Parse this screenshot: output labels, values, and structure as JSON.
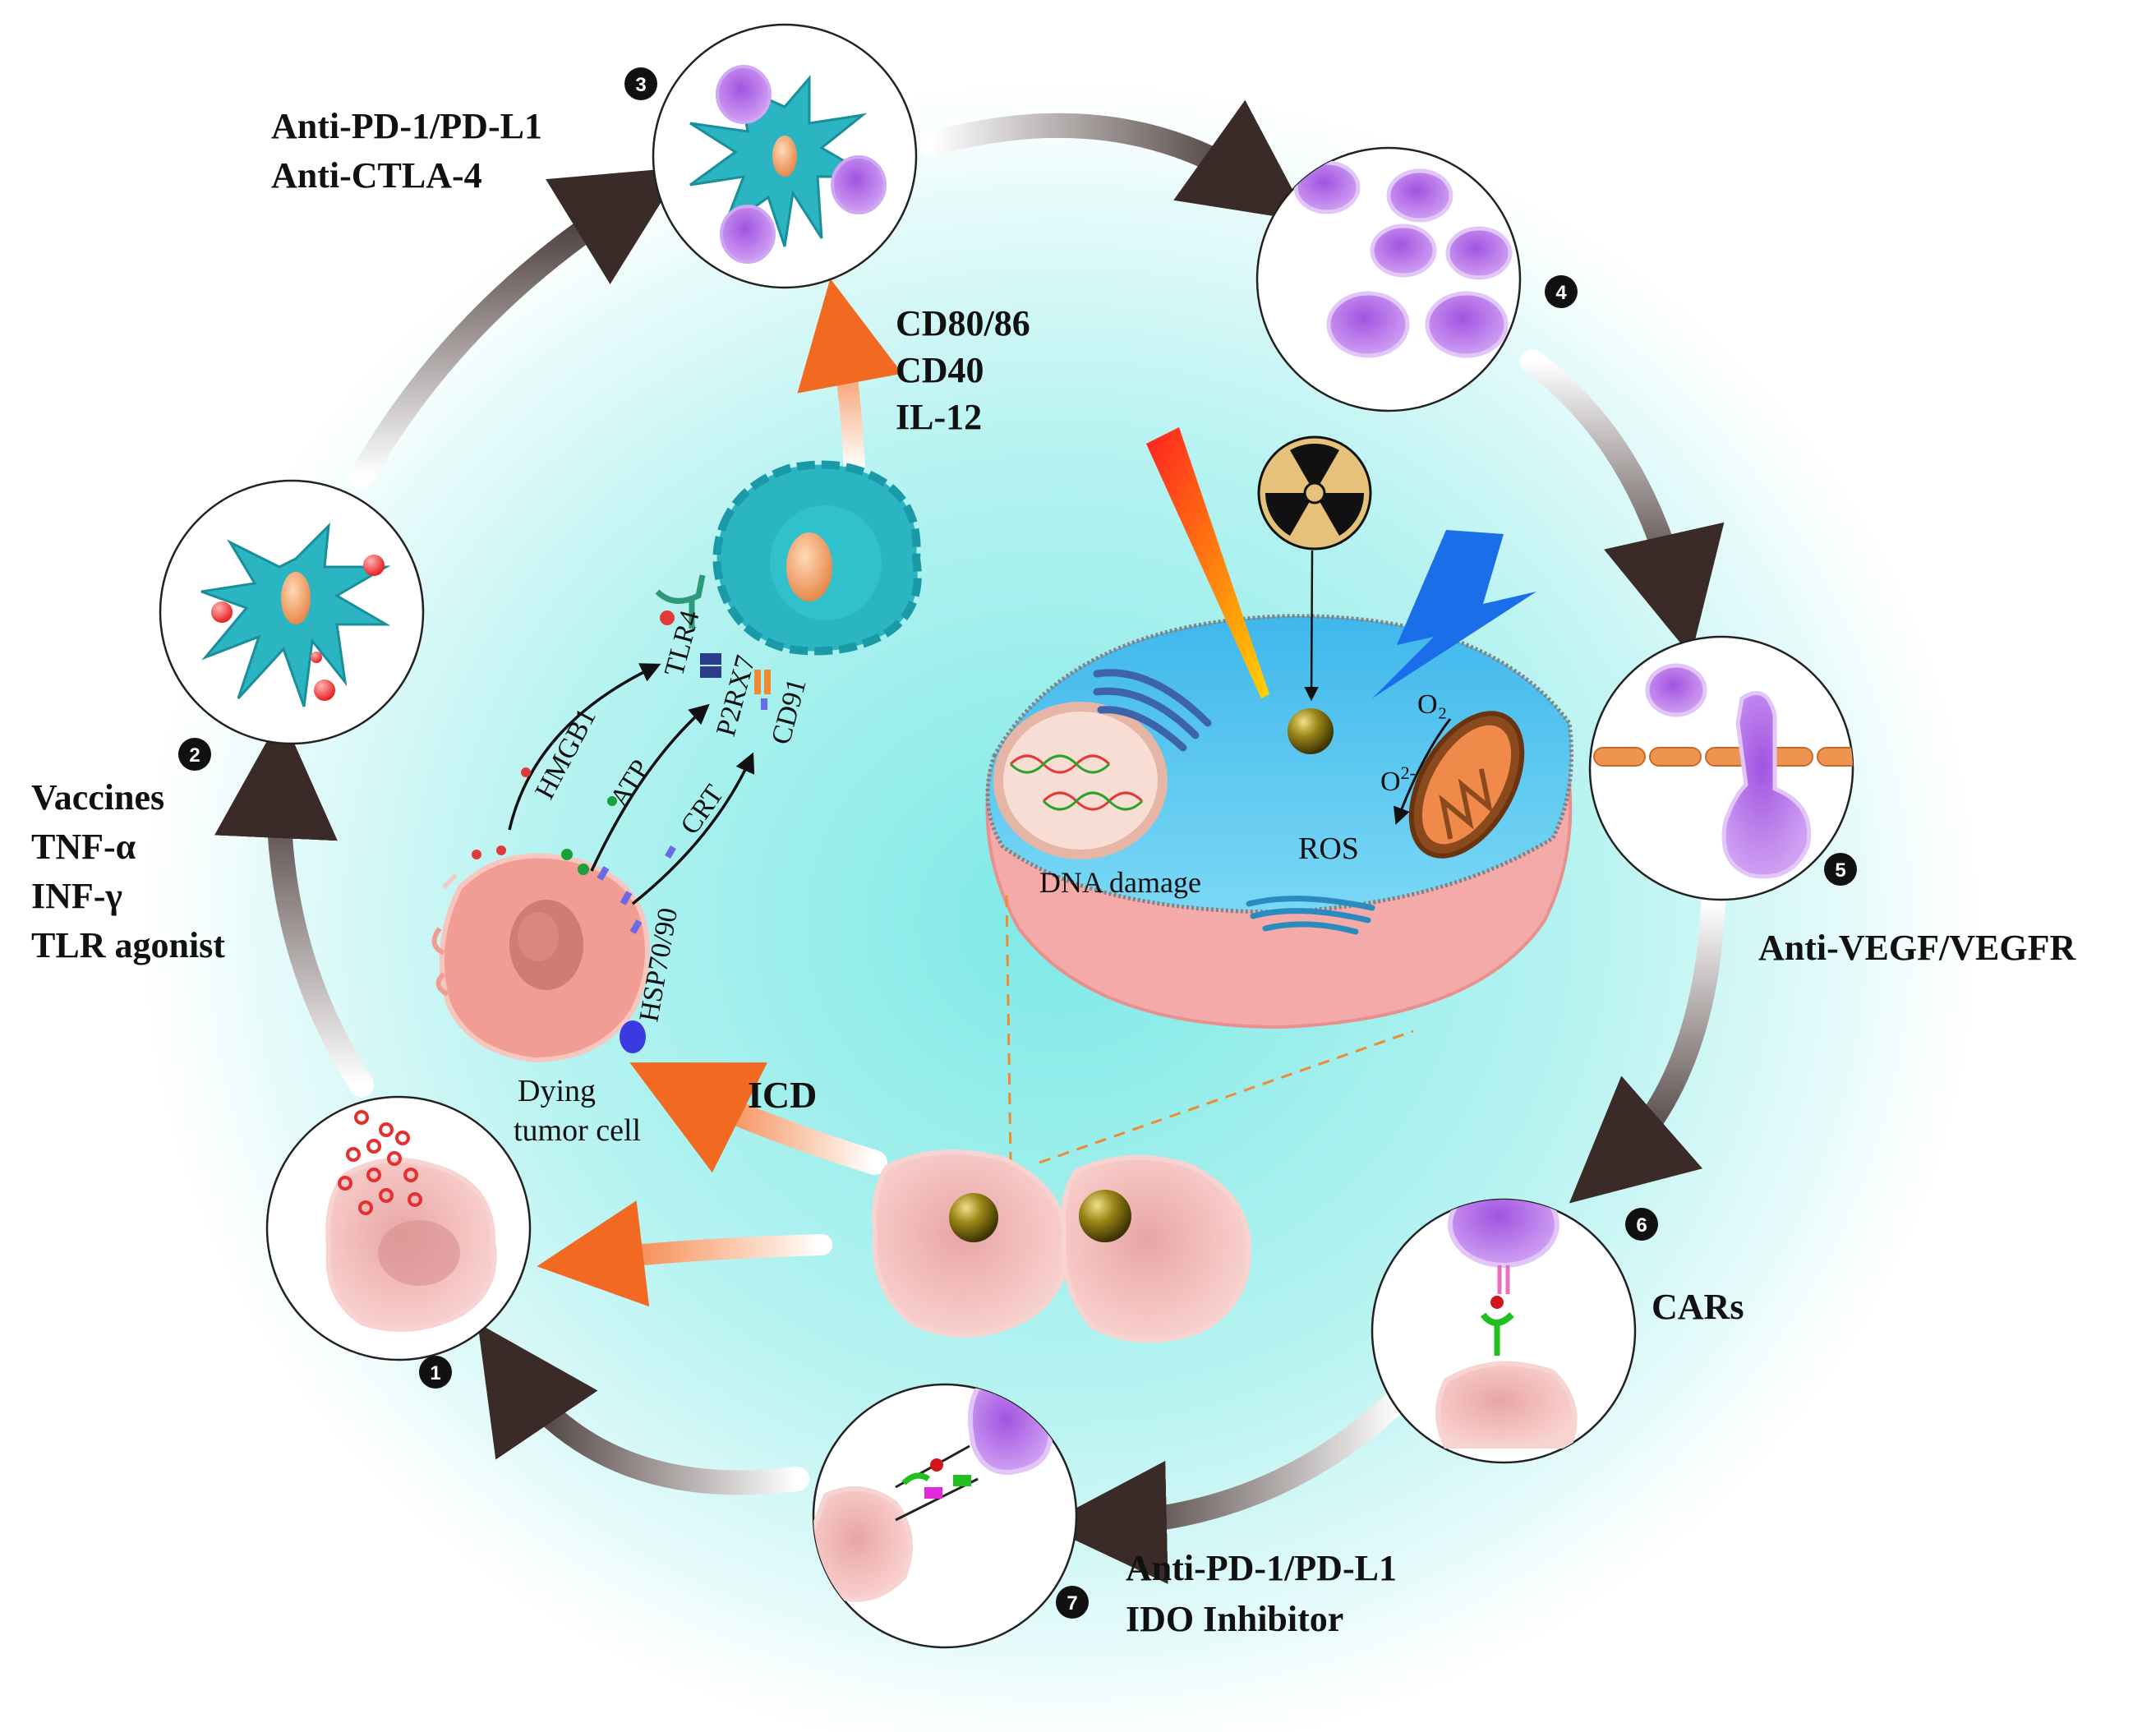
{
  "steps": [
    {
      "number": "1"
    },
    {
      "number": "2",
      "labels": [
        "Vaccines",
        "TNF-α",
        "INF-γ",
        "TLR agonist"
      ]
    },
    {
      "number": "3",
      "labels": [
        "Anti-PD-1/PD-L1",
        "Anti-CTLA-4"
      ]
    },
    {
      "number": "4"
    },
    {
      "number": "5",
      "labels": [
        "Anti-VEGF/VEGFR"
      ]
    },
    {
      "number": "6",
      "labels": [
        "CARs"
      ]
    },
    {
      "number": "7",
      "labels": [
        "Anti-PD-1/PD-L1",
        "IDO Inhibitor"
      ]
    }
  ],
  "dc_activation": {
    "labels": [
      "CD80/86",
      "CD40",
      "IL-12"
    ]
  },
  "dying_cell": {
    "label_line1": "Dying",
    "label_line2": "tumor cell",
    "icd_label": "ICD"
  },
  "damps": {
    "hmgb1": "HMGB1",
    "atp": "ATP",
    "crt": "CRT",
    "hsp": "HSP70/90"
  },
  "receptors": {
    "tlr4": "TLR4",
    "p2rx7": "P2RX7",
    "cd91": "CD91"
  },
  "cell_detail": {
    "dna_damage": "DNA damage",
    "ros": "ROS",
    "o2": "O₂",
    "superoxide_base": "O",
    "superoxide_sup": "2-"
  },
  "colors": {
    "background_glow": "#a8f2ee",
    "dendritic_cell": "#2bb5c2",
    "nucleus": "#f4a271",
    "tumor_cell": "#f2b4b2",
    "t_cell": "#b57be8",
    "nanoparticle": "#8c7a10",
    "orange_arrow": "#f26a21",
    "ring_arrow": "#4a3c3a",
    "cytoplasm": "#53c7ee"
  },
  "icons": [
    "radiation-icon",
    "lightning-icon",
    "laser-beam-icon"
  ]
}
